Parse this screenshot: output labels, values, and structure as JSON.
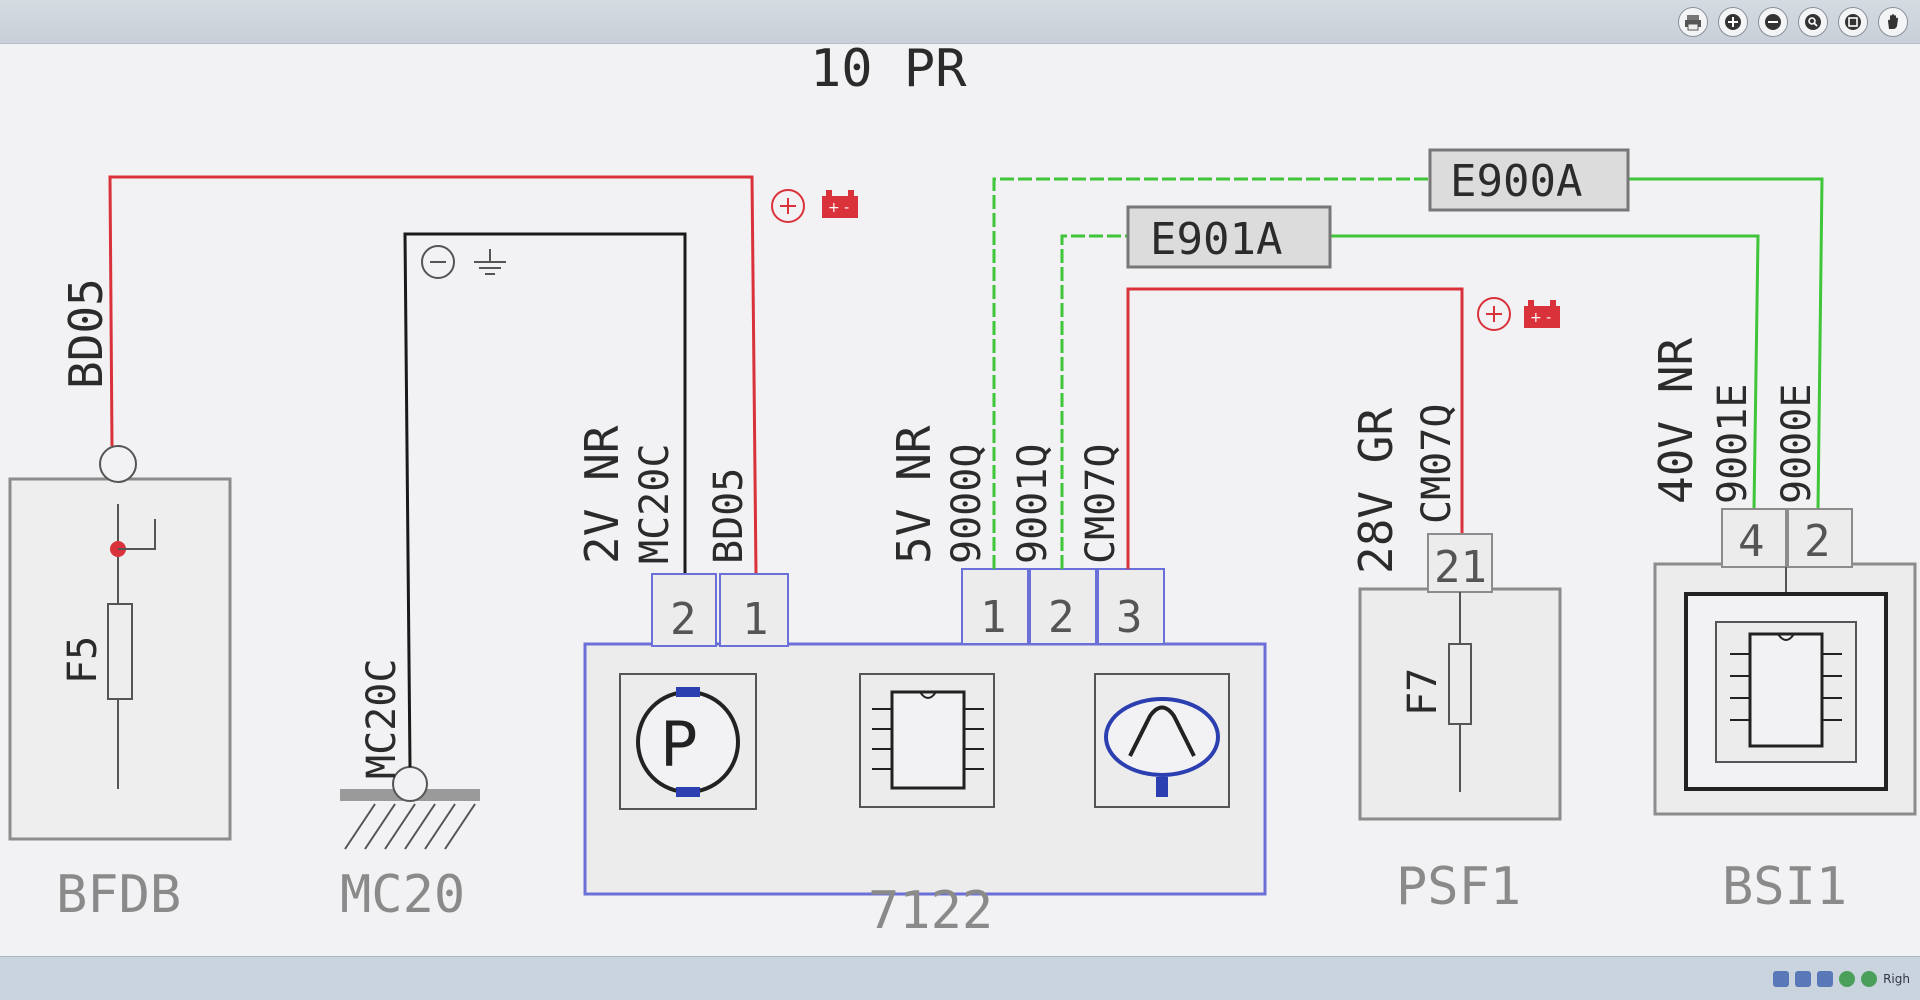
{
  "toolbar": {
    "buttons": [
      {
        "icon": "print-icon"
      },
      {
        "icon": "zoom-in-icon"
      },
      {
        "icon": "zoom-out-icon"
      },
      {
        "icon": "search-icon"
      },
      {
        "icon": "fit-screen-icon"
      },
      {
        "icon": "hand-pan-icon"
      }
    ]
  },
  "colors": {
    "power_wire": "#d9323a",
    "ground_wire": "#1a1a1a",
    "can_wire": "#3fc43a",
    "module_border": "#6b6fd8",
    "label_text": "#2b2b2b",
    "component_label": "#8a8a8a"
  },
  "diagram": {
    "title": "10 PR",
    "components": {
      "bfdb": {
        "name": "BFDB",
        "fuse": "F5",
        "wire": "BD05"
      },
      "mc20": {
        "name": "MC20",
        "wire": "MC20C"
      },
      "m7122": {
        "name": "7122",
        "connector": "2V NR",
        "connector2": "5V NR",
        "pins_a": [
          "2",
          "1"
        ],
        "pins_b": [
          "1",
          "2",
          "3"
        ],
        "wires_a": [
          "MC20C",
          "BD05"
        ],
        "wires_b": [
          "9000Q",
          "9001Q",
          "CM07Q"
        ],
        "symbols": [
          "P"
        ]
      },
      "psf1": {
        "name": "PSF1",
        "fuse": "F7",
        "connector": "28V GR",
        "wire": "CM07Q",
        "pin": "21"
      },
      "bsi1": {
        "name": "BSI1",
        "connector": "40V NR",
        "wires": [
          "9001E",
          "9000E"
        ],
        "pins": [
          "4",
          "2"
        ]
      }
    },
    "bus_labels": [
      "E900A",
      "E901A"
    ]
  },
  "statusbar": {
    "text": "Righ"
  }
}
